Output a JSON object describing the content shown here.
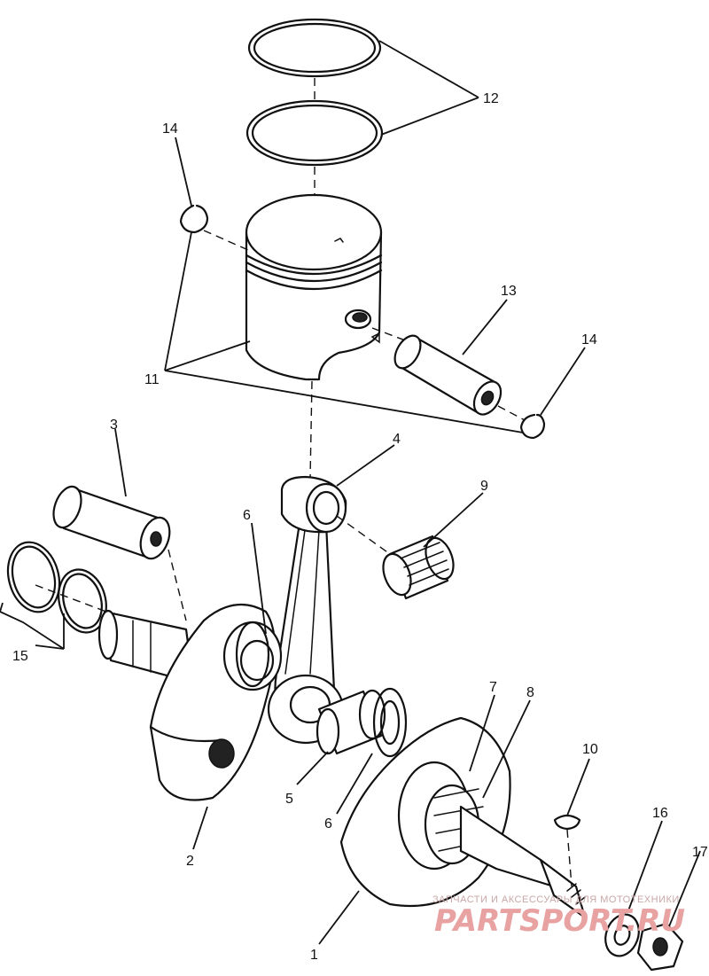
{
  "callouts": {
    "c1": "1",
    "c2": "2",
    "c3": "3",
    "c4": "4",
    "c5": "5",
    "c6a": "6",
    "c6b": "6",
    "c7": "7",
    "c8": "8",
    "c9": "9",
    "c10": "10",
    "c11": "11",
    "c12": "12",
    "c13": "13",
    "c14a": "14",
    "c14b": "14",
    "c15": "15",
    "c16": "16",
    "c17": "17"
  },
  "watermark": {
    "tagline": "ЗАПЧАСТИ И АКСЕССУАРЫ ДЛЯ МОТОТЕХНИКИ",
    "logo": "PARTSPORT.RU"
  }
}
